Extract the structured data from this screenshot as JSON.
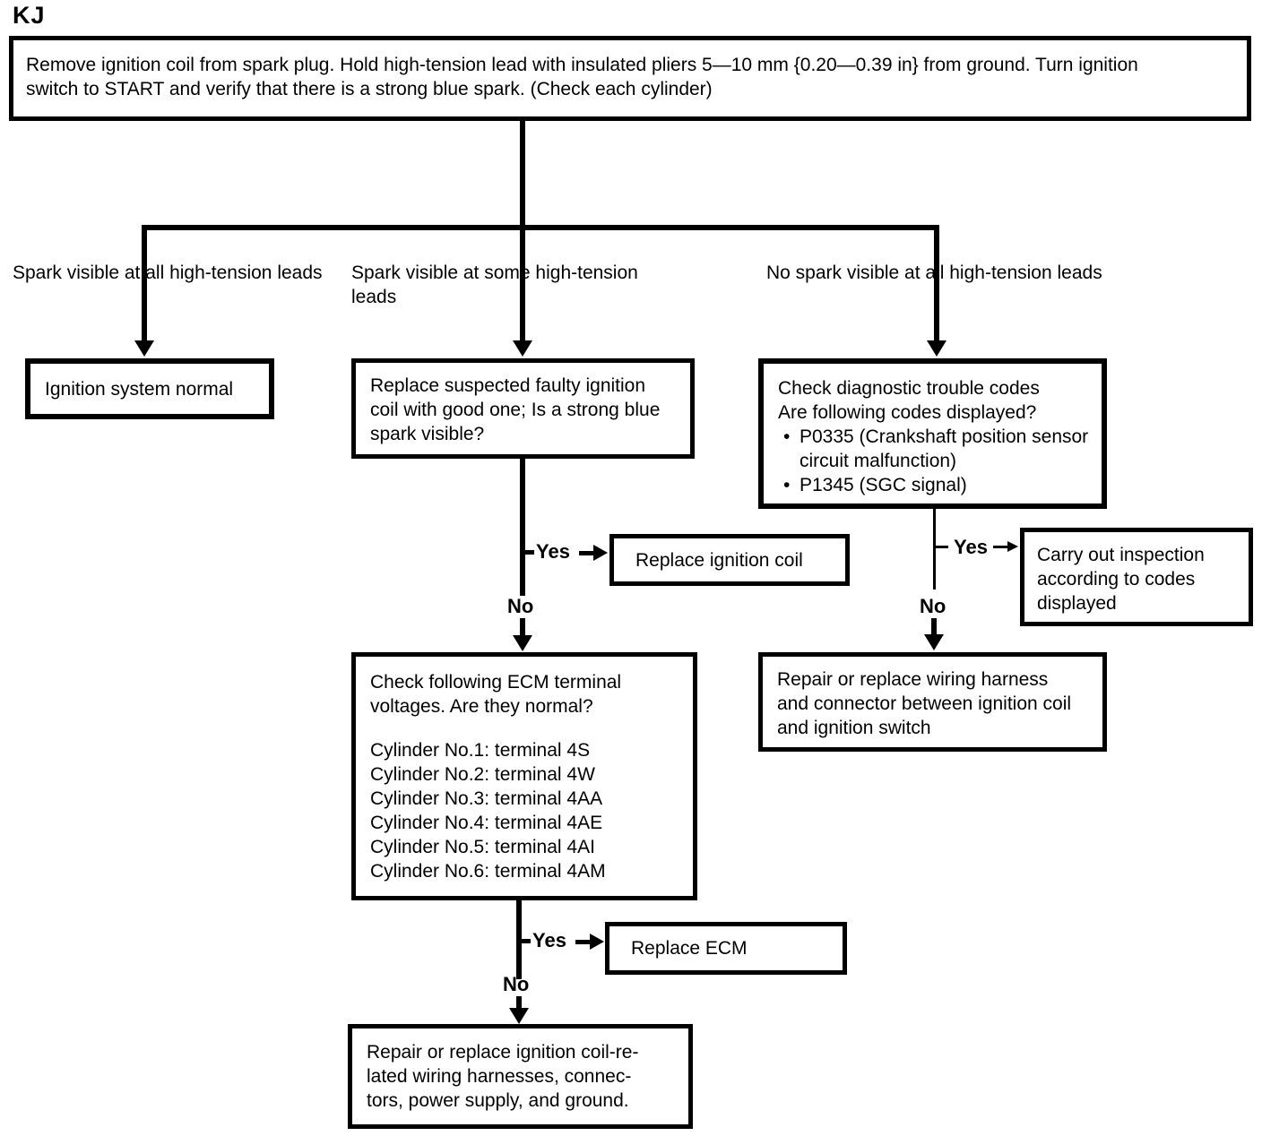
{
  "page_label": "KJ",
  "colors": {
    "ink": "#000000",
    "paper": "#ffffff"
  },
  "start_box": {
    "text": "Remove ignition coil from spark plug. Hold high-tension lead with insulated pliers 5—10 mm {0.20—0.39 in} from ground. Turn ignition switch to START and verify that there is a strong blue spark. (Check each cylinder)"
  },
  "branch_left": {
    "label": "Spark visible at all high-tension leads",
    "result": "Ignition system normal"
  },
  "branch_middle": {
    "label": "Spark visible at some high-tension leads",
    "question": "Replace suspected faulty ignition coil with good one; Is a strong blue spark visible?",
    "yes_label": "Yes",
    "no_label": "No",
    "yes_result": "Replace ignition coil",
    "ecm_check": {
      "intro": "Check following ECM terminal voltages. Are they normal?",
      "cylinders": [
        "Cylinder No.1: terminal 4S",
        "Cylinder No.2: terminal 4W",
        "Cylinder No.3: terminal 4AA",
        "Cylinder No.4: terminal 4AE",
        "Cylinder No.5: terminal 4AI",
        "Cylinder No.6: terminal 4AM"
      ],
      "yes_label": "Yes",
      "no_label": "No",
      "yes_result": "Replace ECM",
      "no_result_lines": [
        "Repair or replace ignition coil-re-",
        "lated wiring harnesses, connec-",
        "tors, power supply, and ground."
      ]
    }
  },
  "branch_right": {
    "label": "No spark visible at all high-tension leads",
    "question_lines": [
      "Check diagnostic trouble codes",
      "Are following codes displayed?"
    ],
    "bullet": "•",
    "codes": [
      "P0335 (Crankshaft position sensor circuit malfunction)",
      "P1345 (SGC signal)"
    ],
    "yes_label": "Yes",
    "no_label": "No",
    "yes_result": "Carry out inspection according to codes displayed",
    "no_result": "Repair or replace wiring harness and connector between ignition coil and ignition switch"
  }
}
